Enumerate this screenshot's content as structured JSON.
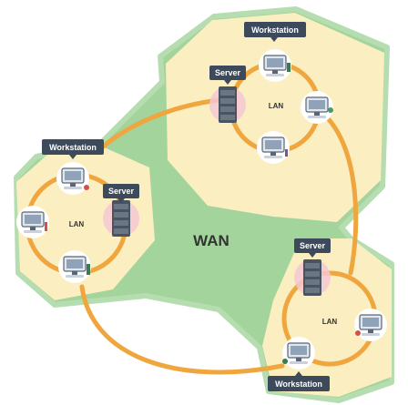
{
  "wan": {
    "label": "WAN"
  },
  "lans": [
    {
      "label": "LAN",
      "server_label": "Server",
      "workstation_label": "Workstation"
    },
    {
      "label": "LAN",
      "server_label": "Server",
      "workstation_label": "Workstation"
    },
    {
      "label": "LAN",
      "server_label": "Server",
      "workstation_label": "Workstation"
    }
  ],
  "colors": {
    "wan_fill": "#9fd398",
    "wan_outline": "#a6d7a0",
    "lan_fill": "#fbeec0",
    "link": "#f0a63e",
    "tag": "#3c4a5c",
    "server_glow": "#f4c7d3"
  },
  "icons": [
    "server-icon",
    "workstation-icon"
  ]
}
